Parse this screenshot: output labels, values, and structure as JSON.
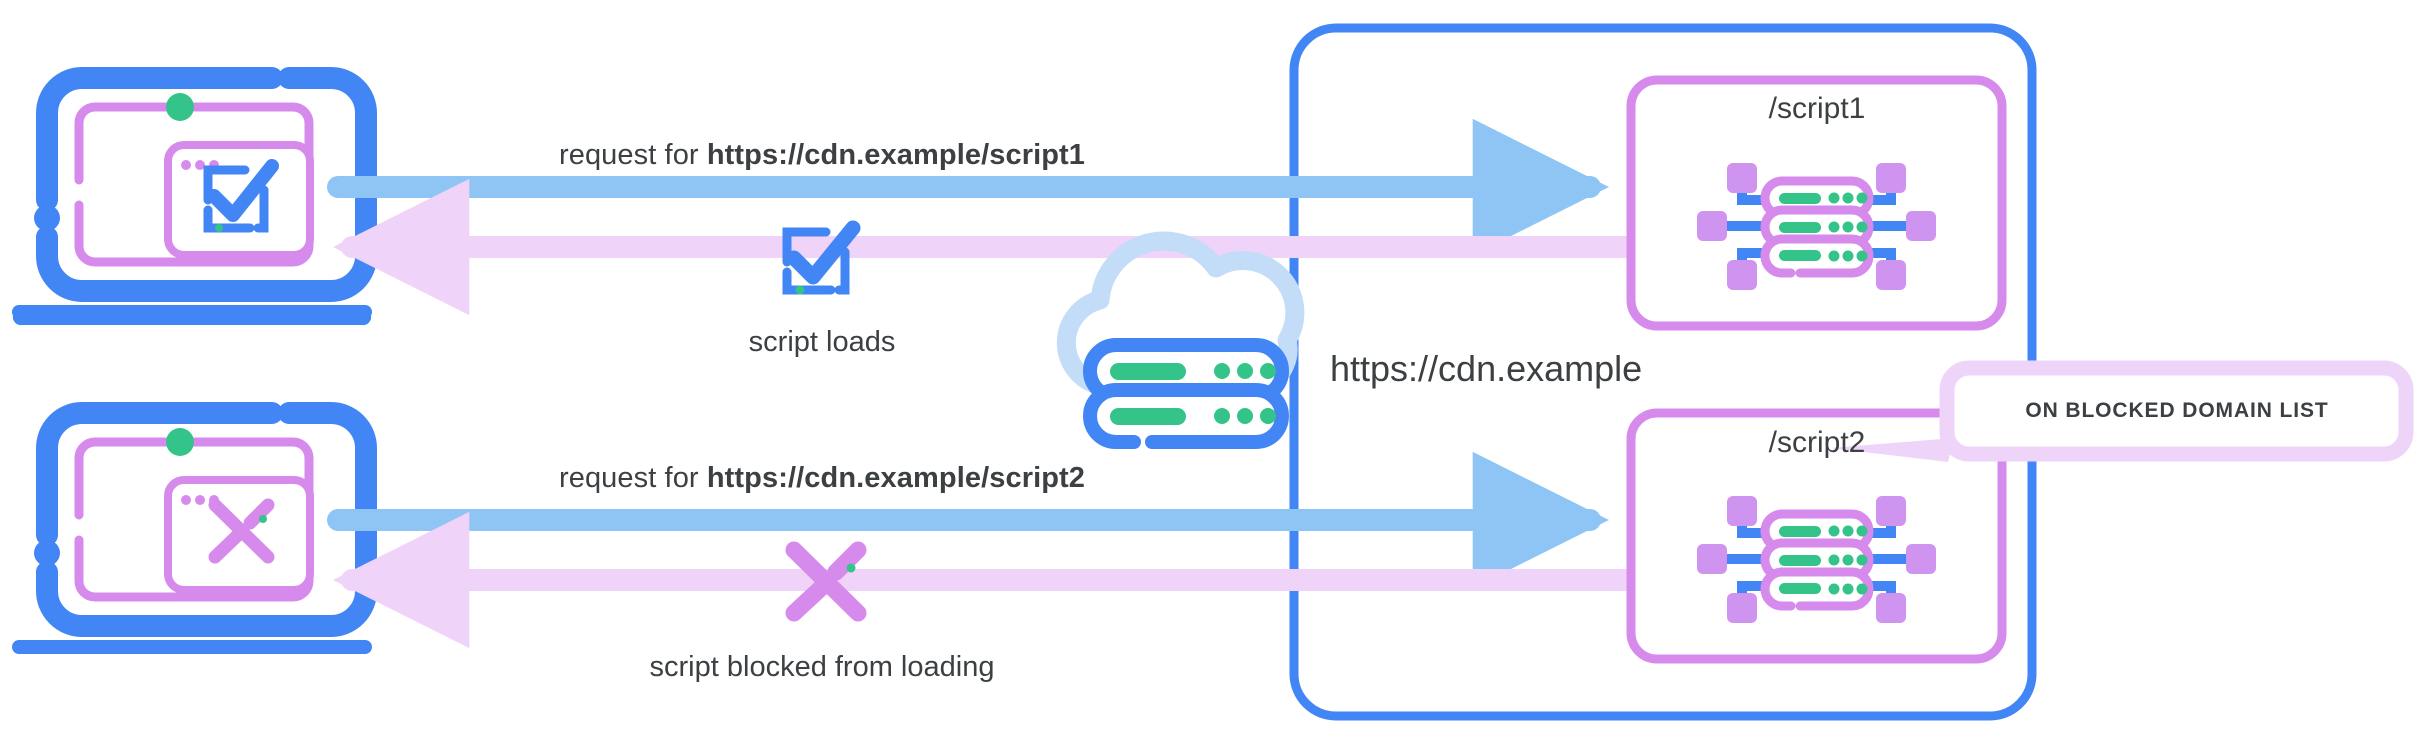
{
  "diagram": {
    "title_context": "CDN script blocking flow",
    "colors": {
      "blue_strong": "#4285f4",
      "blue_arrow": "#8ec5f5",
      "pink_arrow": "#f0d3f8",
      "purple": "#d68bec",
      "purple_light": "#e8b6f5",
      "green": "#34c48a",
      "text": "#3c4043"
    },
    "cloud_label": "https://cdn.example",
    "rows": [
      {
        "id": "row-allowed",
        "request_prefix": "request for ",
        "request_url": "https://cdn.example/script1",
        "status_label": "script loads",
        "status_icon": "checkbox-check-icon",
        "client_icon": "laptop-check-icon",
        "endpoint_label": "/script1",
        "endpoint_icon": "server-stack-icon",
        "blocked": false
      },
      {
        "id": "row-blocked",
        "request_prefix": "request for ",
        "request_url": "https://cdn.example/script2",
        "status_label": "script blocked from loading",
        "status_icon": "cross-x-icon",
        "client_icon": "laptop-x-icon",
        "endpoint_label": "/script2",
        "endpoint_icon": "server-stack-icon",
        "blocked": true,
        "callout": "ON BLOCKED DOMAIN LIST"
      }
    ]
  }
}
